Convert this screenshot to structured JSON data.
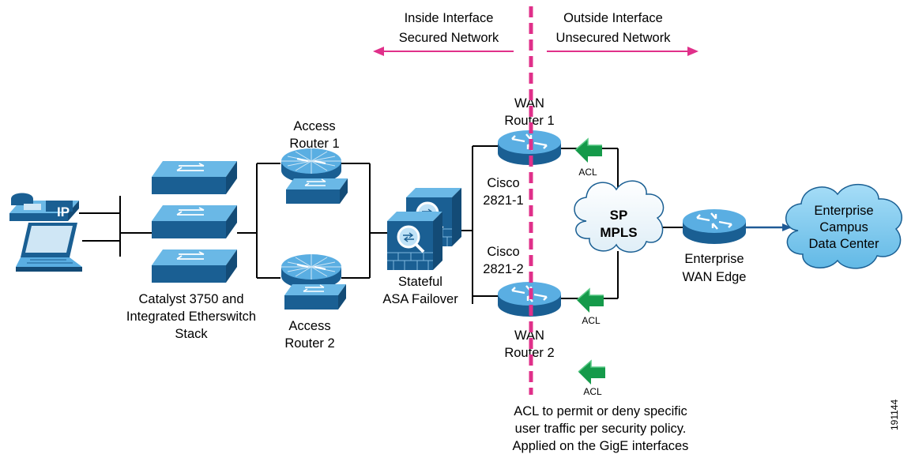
{
  "labels": {
    "inside_1": "Inside Interface",
    "inside_2": "Secured Network",
    "outside_1": "Outside Interface",
    "outside_2": "Unsecured Network",
    "access_router_1_a": "Access",
    "access_router_1_b": "Router 1",
    "access_router_2_a": "Access",
    "access_router_2_b": "Router 2",
    "catalyst_1": "Catalyst 3750 and",
    "catalyst_2": "Integrated Etherswitch",
    "catalyst_3": "Stack",
    "asa_1": "Stateful",
    "asa_2": "ASA Failover",
    "wan1_a": "WAN",
    "wan1_b": "Router 1",
    "wan2_a": "WAN",
    "wan2_b": "Router 2",
    "cisco1_a": "Cisco",
    "cisco1_b": "2821-1",
    "cisco2_a": "Cisco",
    "cisco2_b": "2821-2",
    "acl_top": "ACL",
    "acl_bottom": "ACL",
    "acl_legend": "ACL",
    "sp_1": "SP",
    "sp_2": "MPLS",
    "edge_1": "Enterprise",
    "edge_2": "WAN Edge",
    "campus_1": "Enterprise",
    "campus_2": "Campus",
    "campus_3": "Data Center",
    "note_1": "ACL to permit or deny specific",
    "note_2": "user traffic per security policy.",
    "note_3": "Applied on the GigE interfaces",
    "ip_badge": "IP",
    "figure_id": "191144"
  },
  "colors": {
    "device_blue": "#1f6fa8",
    "device_blue_light": "#4a9ed6",
    "boundary_magenta": "#e0308a",
    "acl_green": "#159a4a",
    "cloud_blue": "#7cc8ee",
    "link_black": "#000000"
  },
  "icons": {
    "phone": "ip-phone-icon",
    "laptop": "laptop-icon",
    "switch": "switch-icon",
    "router": "router-icon",
    "firewall": "asa-firewall-icon",
    "cloud": "cloud-icon",
    "acl": "acl-arrow-icon"
  }
}
